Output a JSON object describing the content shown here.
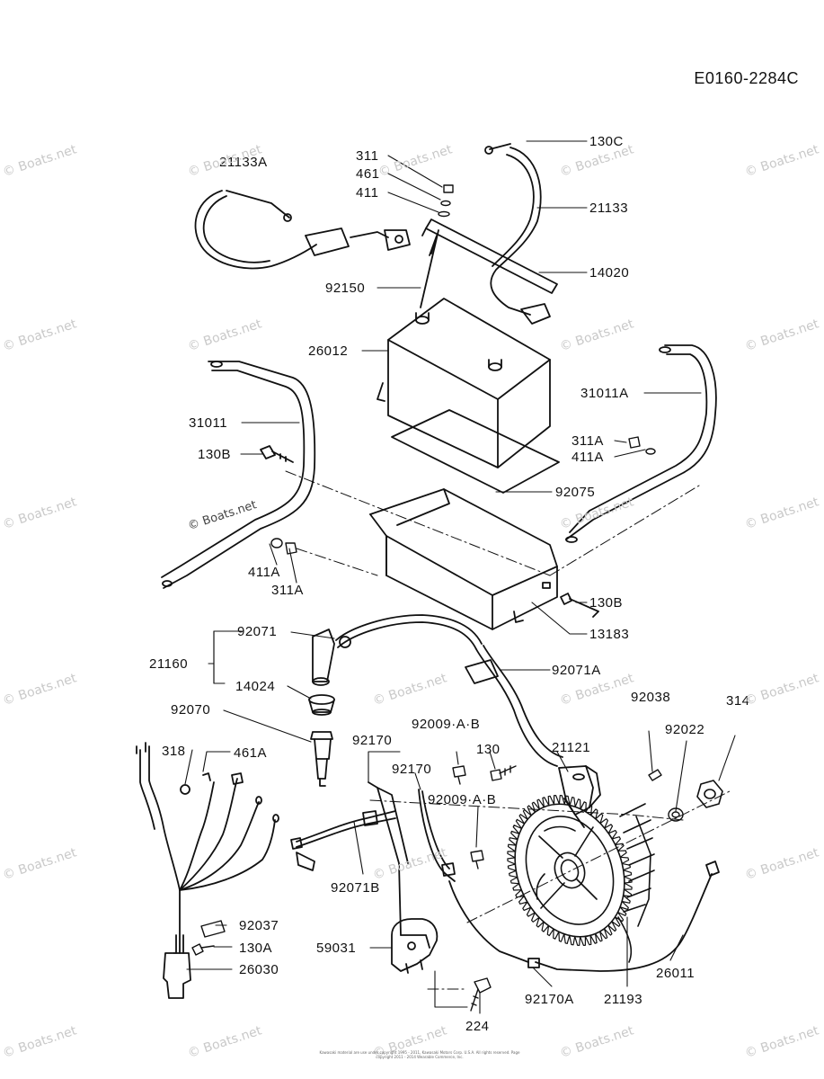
{
  "diagram_id": "E0160-2284C",
  "watermark": "© Boats.net",
  "copyright": "Kawasaki material are use under copyright 1995 - 2011, Kawasaki Motors Corp. U.S.A. All rights reserved. Page copyright 2011 - 2014 Wearable Commerce, Inc.",
  "labels": {
    "l311": "311",
    "l461": "461",
    "l411": "411",
    "l130C": "130C",
    "l21133A": "21133A",
    "l21133": "21133",
    "l92150": "92150",
    "l14020": "14020",
    "l26012": "26012",
    "l31011": "31011",
    "l31011A": "31011A",
    "l130B_a": "130B",
    "l311A_r": "311A",
    "l411A_r": "411A",
    "l92075": "92075",
    "l411A_l": "411A",
    "l311A_l": "311A",
    "l130B_b": "130B",
    "l13183": "13183",
    "l92071": "92071",
    "l21160": "21160",
    "l92071A": "92071A",
    "l14024": "14024",
    "l92070": "92070",
    "l92038": "92038",
    "l314": "314",
    "l92022": "92022",
    "l318": "318",
    "l461A": "461A",
    "l92170_a": "92170",
    "l92009AB_a": "92009·A·B",
    "l130": "130",
    "l21121": "21121",
    "l92170_b": "92170",
    "l92009AB_b": "92009·A·B",
    "l92071B": "92071B",
    "l92037": "92037",
    "l130A": "130A",
    "l59031": "59031",
    "l26030": "26030",
    "l26011": "26011",
    "l92170A": "92170A",
    "l21193": "21193",
    "l224": "224"
  }
}
